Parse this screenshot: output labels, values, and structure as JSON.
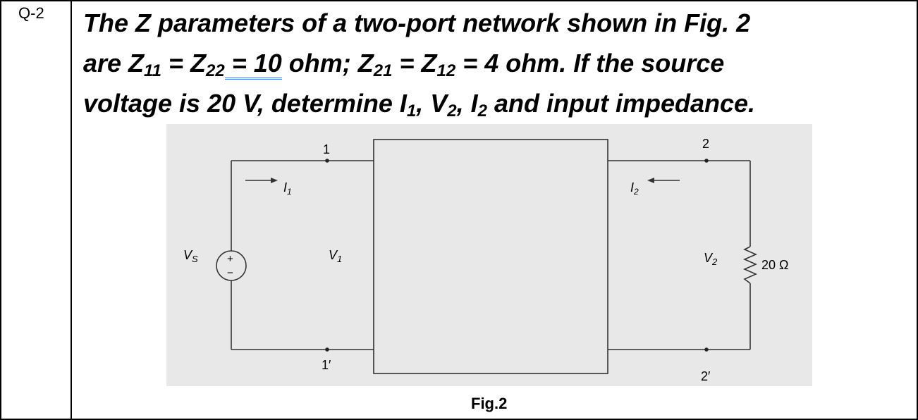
{
  "question": {
    "number": "Q-2",
    "line1": "The Z parameters of a two-port network shown in Fig. 2",
    "line2": {
      "a": "are Z",
      "s11": "11",
      "b": " = Z",
      "s22": "22",
      "c": " = ",
      "val10": "10",
      "d": " ohm; Z",
      "s21": "21",
      "e": " = Z",
      "s12": "12",
      "f": " = 4 ohm. If the source"
    },
    "line3": {
      "a": "voltage is 20 V, determine I",
      "s1": "1",
      "b": ", V",
      "s2": "2",
      "c": ", I",
      "s3": "2",
      "d": " and input impedance."
    }
  },
  "diagram": {
    "terminal_1": "1",
    "terminal_1p": "1′",
    "terminal_2": "2",
    "terminal_2p": "2′",
    "current_1": "I",
    "current_1_sub": "1",
    "current_2": "I",
    "current_2_sub": "2",
    "source_label": "V",
    "source_label_sub": "S",
    "voltage_1": "V",
    "voltage_1_sub": "1",
    "voltage_2": "V",
    "voltage_2_sub": "2",
    "load_label": "20 Ω",
    "source_plus": "+",
    "source_minus": "−"
  },
  "caption": "Fig.2"
}
